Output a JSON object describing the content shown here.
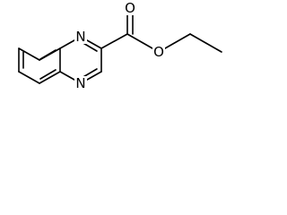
{
  "molecule": {
    "atom_labels": {
      "n_top": "N",
      "n_bottom": "N",
      "o_carbonyl": "O",
      "o_ester": "O"
    }
  },
  "colors": {
    "background": "#ffffff",
    "bond": "#000000",
    "label": "#000000"
  }
}
